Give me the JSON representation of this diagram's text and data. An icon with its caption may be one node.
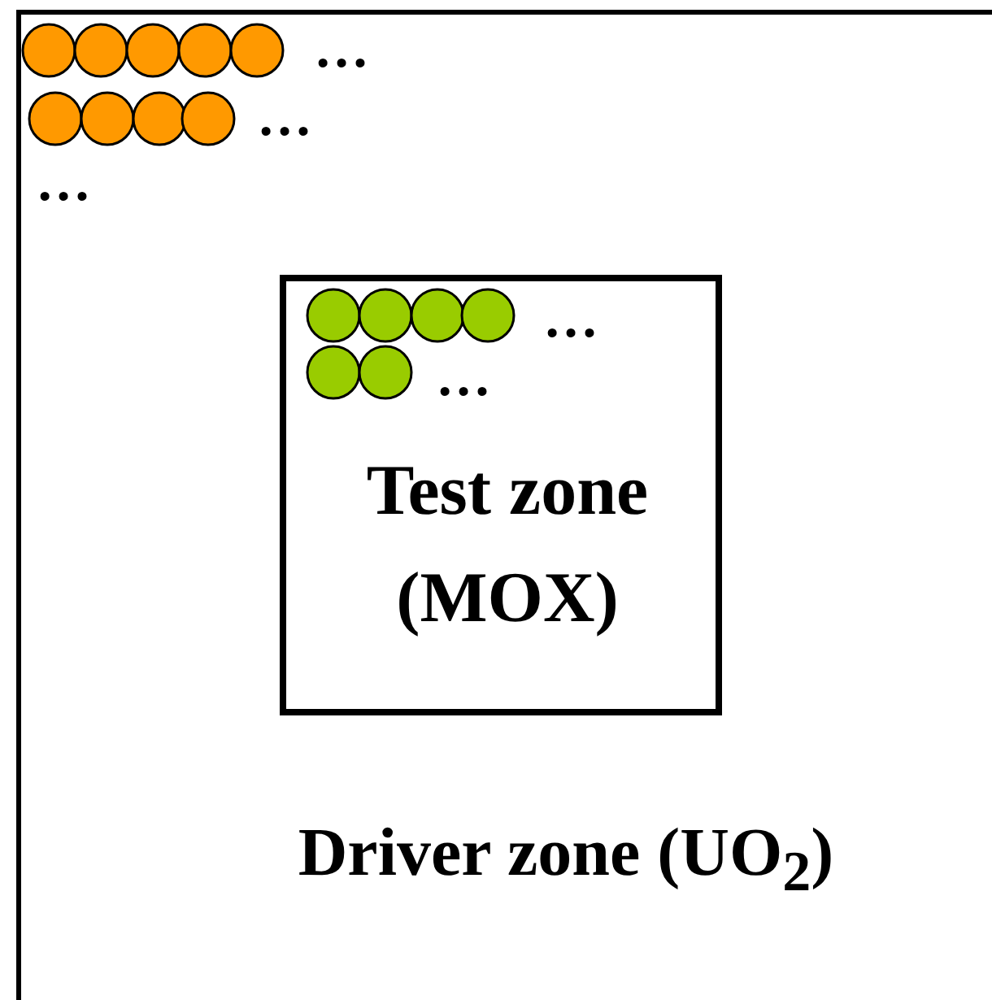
{
  "diagram": {
    "nodes": [
      {
        "text": [
          "Driver zone (UO$_{2}$)"
        ]
      },
      {
        "text": [
          "Test zone (MOX)"
        ],
        "in": 0
      }
    ],
    "labels": [
      "…",
      "…",
      "…",
      "…",
      "…"
    ]
  }
}
